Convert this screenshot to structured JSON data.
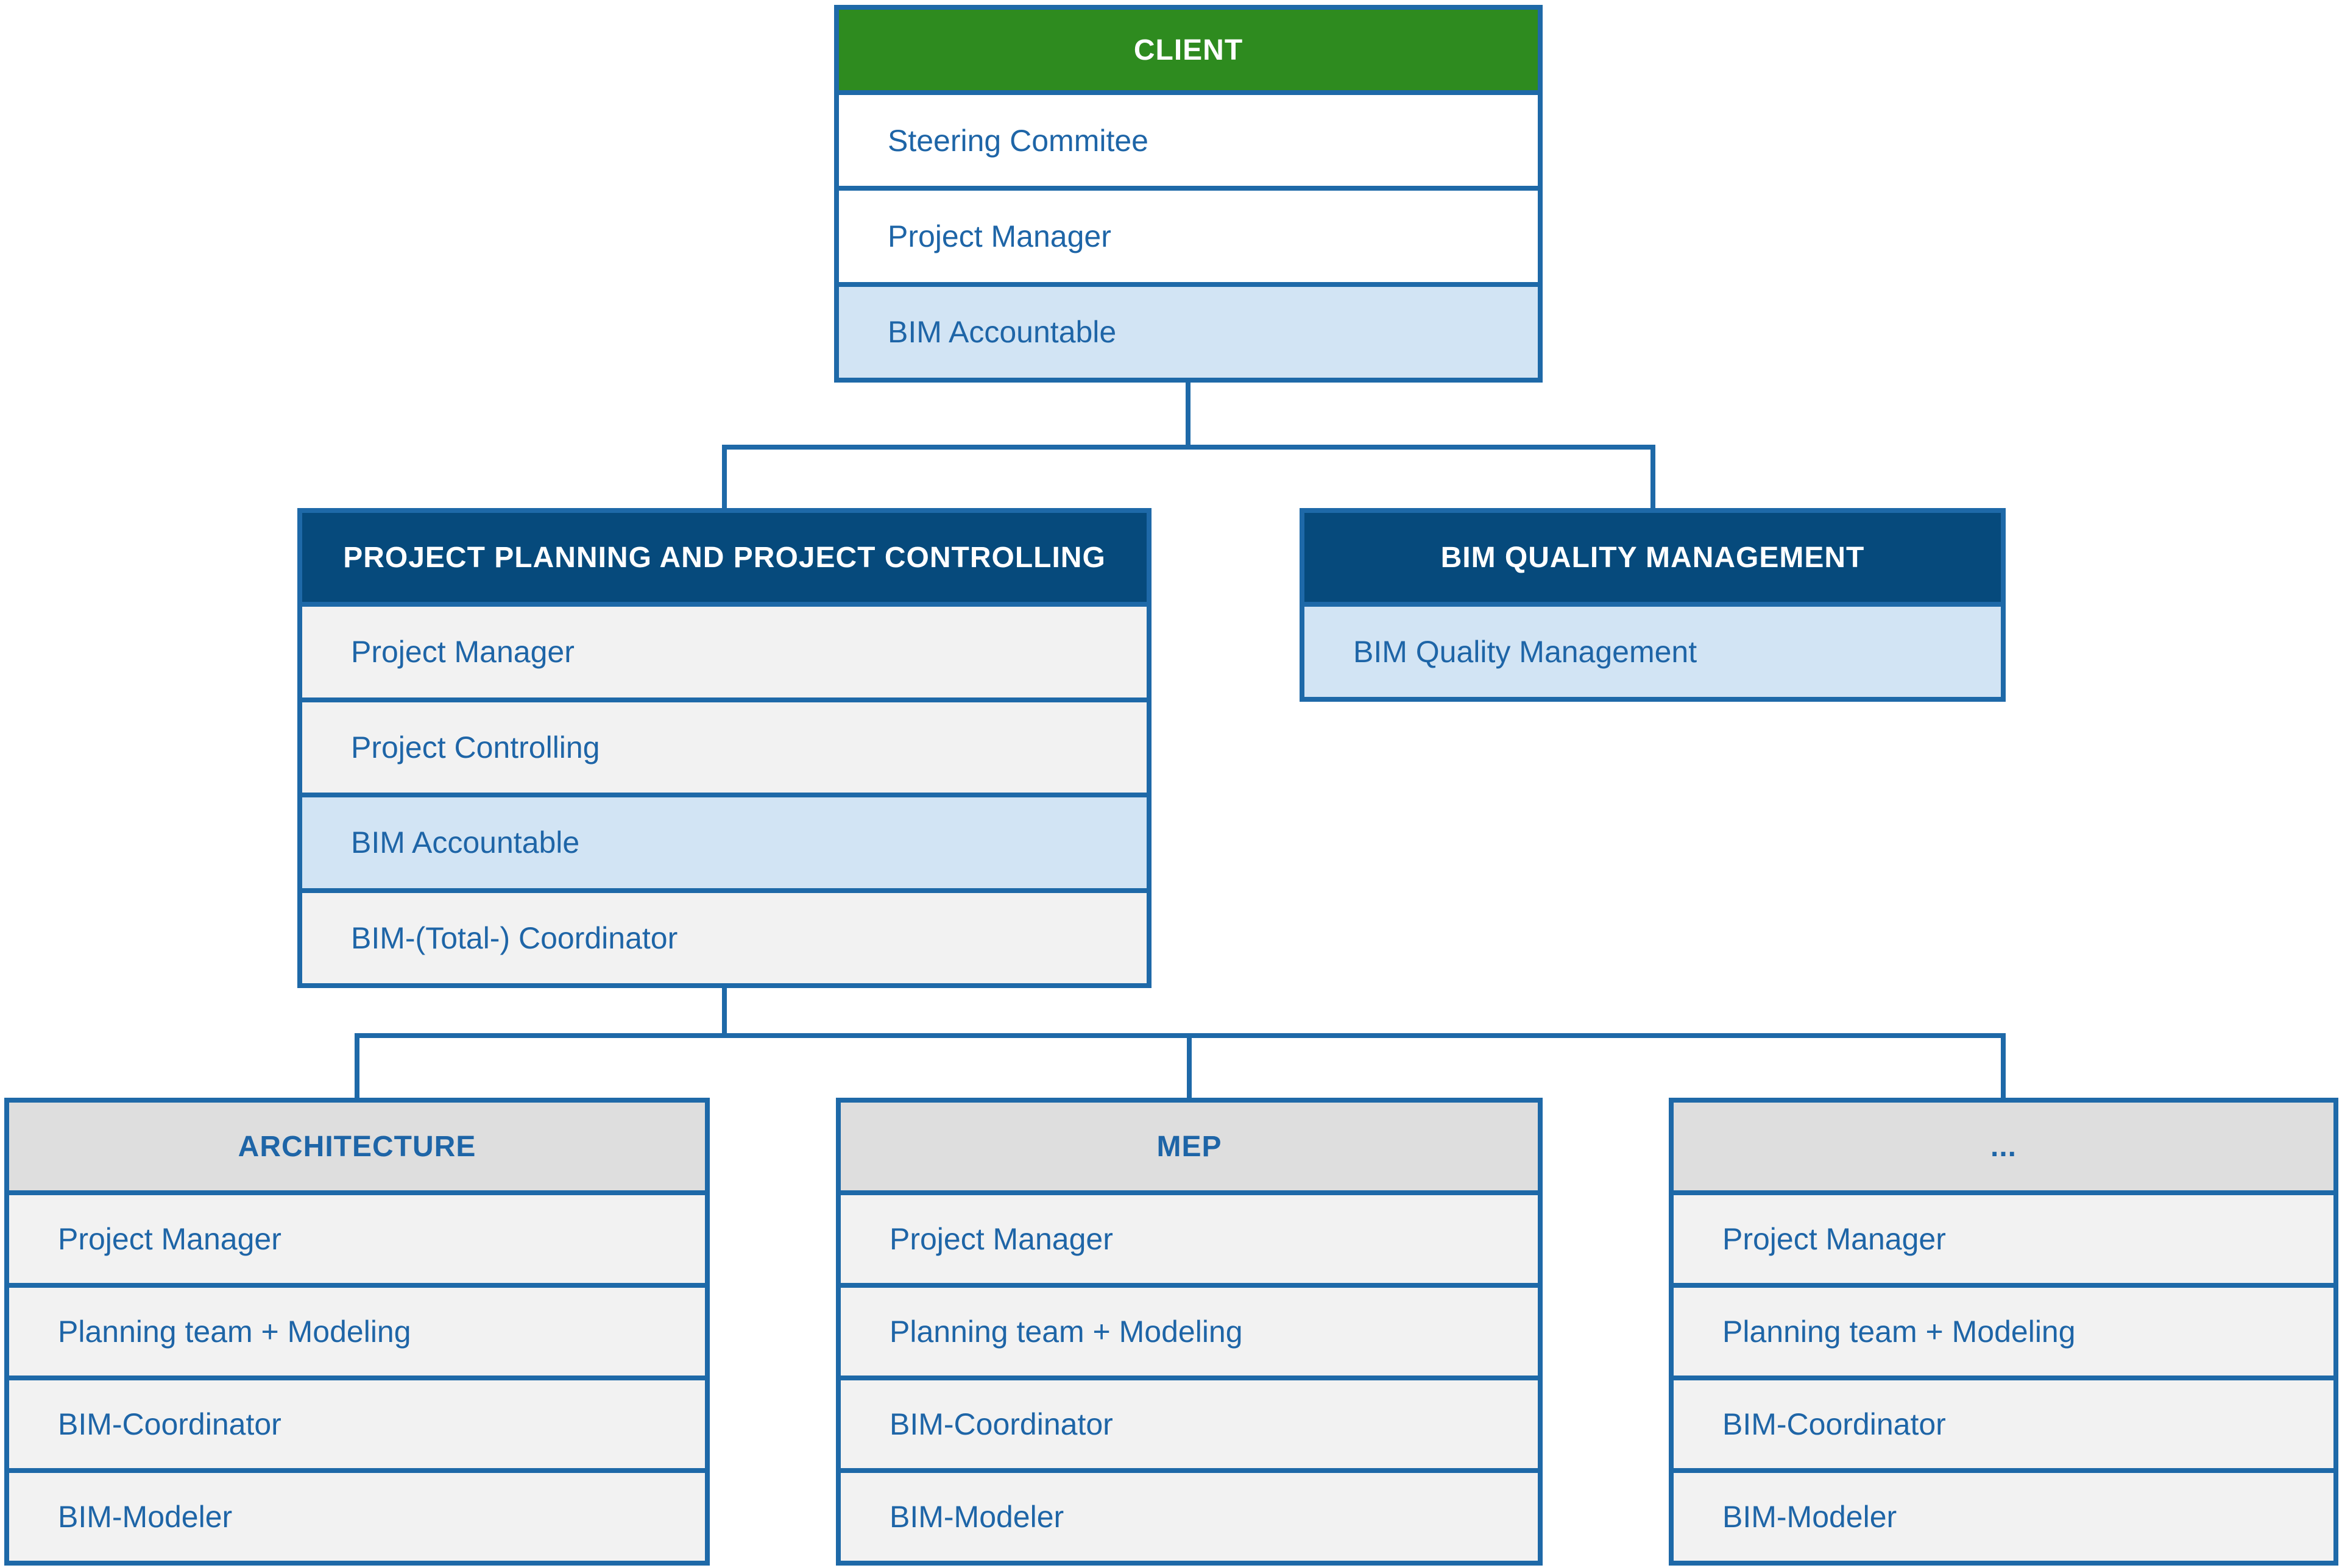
{
  "diagram": {
    "type": "org-chart",
    "colors": {
      "border": "#1e69a8",
      "text_blue": "#1e65a7",
      "header_green_bg": "#2e8b1f",
      "header_navy_bg": "#064a7c",
      "header_gray_bg": "#dedede",
      "row_gray_bg": "#f2f2f2",
      "row_highlight_bg": "#d2e4f4"
    },
    "boxes": [
      {
        "id": "client",
        "title": "CLIENT",
        "header_style": "green",
        "rows": [
          {
            "label": "Steering Commitee",
            "highlight": false
          },
          {
            "label": "Project Manager",
            "highlight": false
          },
          {
            "label": "BIM Accountable",
            "highlight": true
          }
        ]
      },
      {
        "id": "planning",
        "title": "PROJECT PLANNING AND PROJECT CONTROLLING",
        "header_style": "navy",
        "rows": [
          {
            "label": "Project Manager",
            "highlight": false
          },
          {
            "label": "Project Controlling",
            "highlight": false
          },
          {
            "label": "BIM Accountable",
            "highlight": true
          },
          {
            "label": "BIM-(Total-) Coordinator",
            "highlight": false
          }
        ]
      },
      {
        "id": "quality",
        "title": "BIM QUALITY MANAGEMENT",
        "header_style": "navy",
        "rows": [
          {
            "label": "BIM Quality Management",
            "highlight": true
          }
        ]
      },
      {
        "id": "architecture",
        "title": "ARCHITECTURE",
        "header_style": "gray",
        "rows": [
          {
            "label": "Project Manager",
            "highlight": false
          },
          {
            "label": "Planning team + Modeling",
            "highlight": false
          },
          {
            "label": "BIM-Coordinator",
            "highlight": false
          },
          {
            "label": "BIM-Modeler",
            "highlight": false
          }
        ]
      },
      {
        "id": "mep",
        "title": "MEP",
        "header_style": "gray",
        "rows": [
          {
            "label": "Project Manager",
            "highlight": false
          },
          {
            "label": "Planning team + Modeling",
            "highlight": false
          },
          {
            "label": "BIM-Coordinator",
            "highlight": false
          },
          {
            "label": "BIM-Modeler",
            "highlight": false
          }
        ]
      },
      {
        "id": "more",
        "title": "...",
        "header_style": "gray",
        "rows": [
          {
            "label": "Project Manager",
            "highlight": false
          },
          {
            "label": "Planning team + Modeling",
            "highlight": false
          },
          {
            "label": "BIM-Coordinator",
            "highlight": false
          },
          {
            "label": "BIM-Modeler",
            "highlight": false
          }
        ]
      }
    ]
  }
}
